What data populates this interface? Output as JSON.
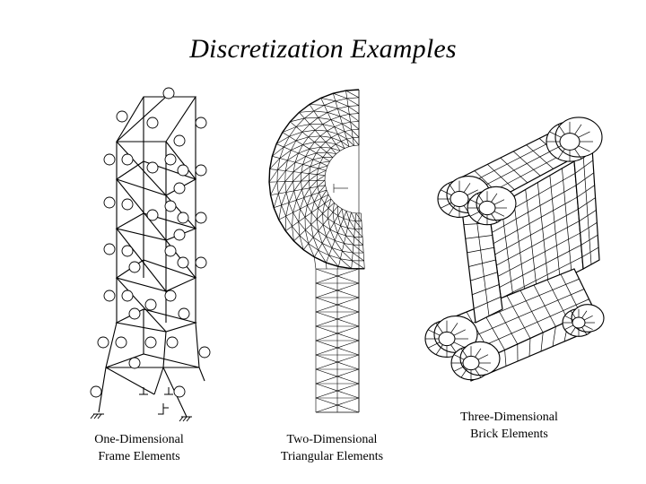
{
  "title": "Discretization Examples",
  "captions": {
    "frame": [
      "One-Dimensional",
      "Frame Elements"
    ],
    "triangular": [
      "Two-Dimensional",
      "Triangular Elements"
    ],
    "brick": [
      "Three-Dimensional",
      "Brick Elements"
    ]
  }
}
